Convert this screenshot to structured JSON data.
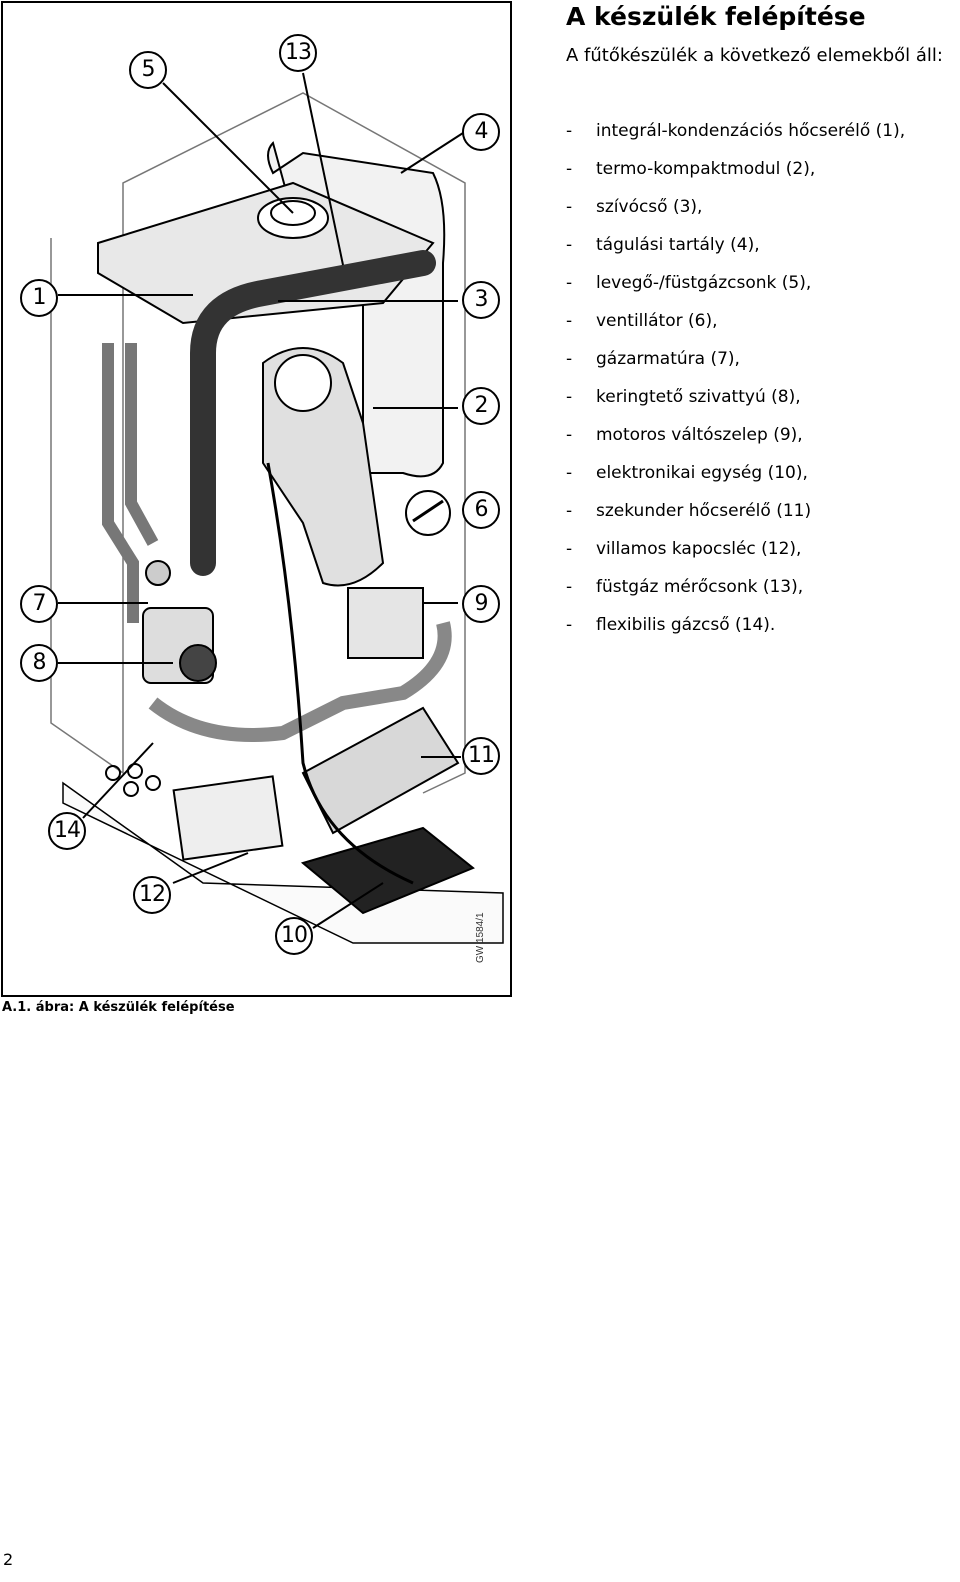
{
  "heading": "A készülék felépítése",
  "intro": "A fűtőkészülék a következő elemekből áll:",
  "list_dash": "-",
  "parts": [
    "integrál-kondenzációs hőcserélő (1),",
    "termo-kompaktmodul (2),",
    "szívócső (3),",
    "tágulási tartály (4),",
    "levegő-/füstgázcsonk (5),",
    "ventillátor (6),",
    "gázarmatúra (7),",
    "keringtető szivattyú (8),",
    "motoros váltószelep (9),",
    "elektronikai egység (10),",
    "szekunder hőcserélő (11)",
    "villamos kapocsléc (12),",
    "füstgáz mérőcsonk (13),",
    "flexibilis gázcső (14)."
  ],
  "figure": {
    "callouts": [
      "5",
      "13",
      "4",
      "1",
      "3",
      "2",
      "6",
      "7",
      "9",
      "8",
      "11",
      "14",
      "12",
      "10"
    ],
    "drawing_code": "GW 1584/1",
    "caption": "A.1. ábra:  A készülék felépítése"
  },
  "page_number": "2"
}
